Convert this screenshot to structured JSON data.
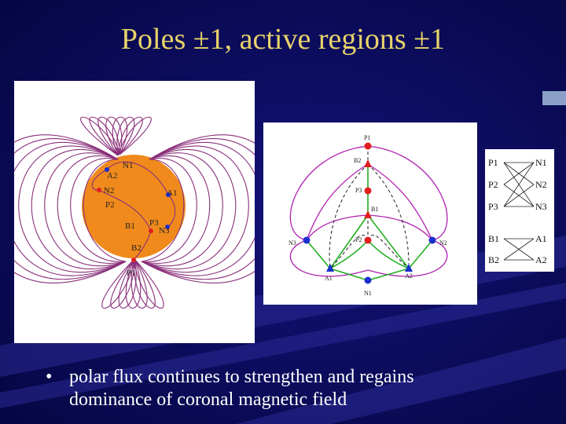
{
  "slide": {
    "title": "Poles ±1, active regions ±1",
    "bullet_mark": "•",
    "bullet_line1": "polar flux continues to strengthen and regains",
    "bullet_line2": "dominance of coronal magnetic field"
  },
  "left_diagram": {
    "labels": {
      "n1": "N1",
      "a2": "A2",
      "n2": "N2",
      "p2": "P2",
      "a1": "A1",
      "p3": "P3",
      "n3": "N3",
      "b1": "B1",
      "b2": "B2",
      "p1": "P1"
    }
  },
  "mid_diagram": {
    "labels": {
      "p1": "P1",
      "b2": "B2",
      "p3": "P3",
      "b1": "B1",
      "p2": "P2",
      "n3": "N3",
      "n2": "N2",
      "a1": "A1",
      "a2": "A2",
      "n1": "N1"
    }
  },
  "right_diagram": {
    "rows_top": [
      {
        "left": "P1",
        "right": "N1"
      },
      {
        "left": "P2",
        "right": "N2"
      },
      {
        "left": "P3",
        "right": "N3"
      }
    ],
    "rows_bottom": [
      {
        "left": "B1",
        "right": "A1"
      },
      {
        "left": "B2",
        "right": "A2"
      }
    ]
  },
  "colors": {
    "title": "#e8d36a",
    "background": "#0a0a5a",
    "field_lines": "#8a2f7a",
    "sun": "#f08a1c",
    "positive": "#e02020",
    "negative": "#1a2fd0",
    "separator_green": "#22b022",
    "separatrix_magenta": "#b020b0"
  }
}
